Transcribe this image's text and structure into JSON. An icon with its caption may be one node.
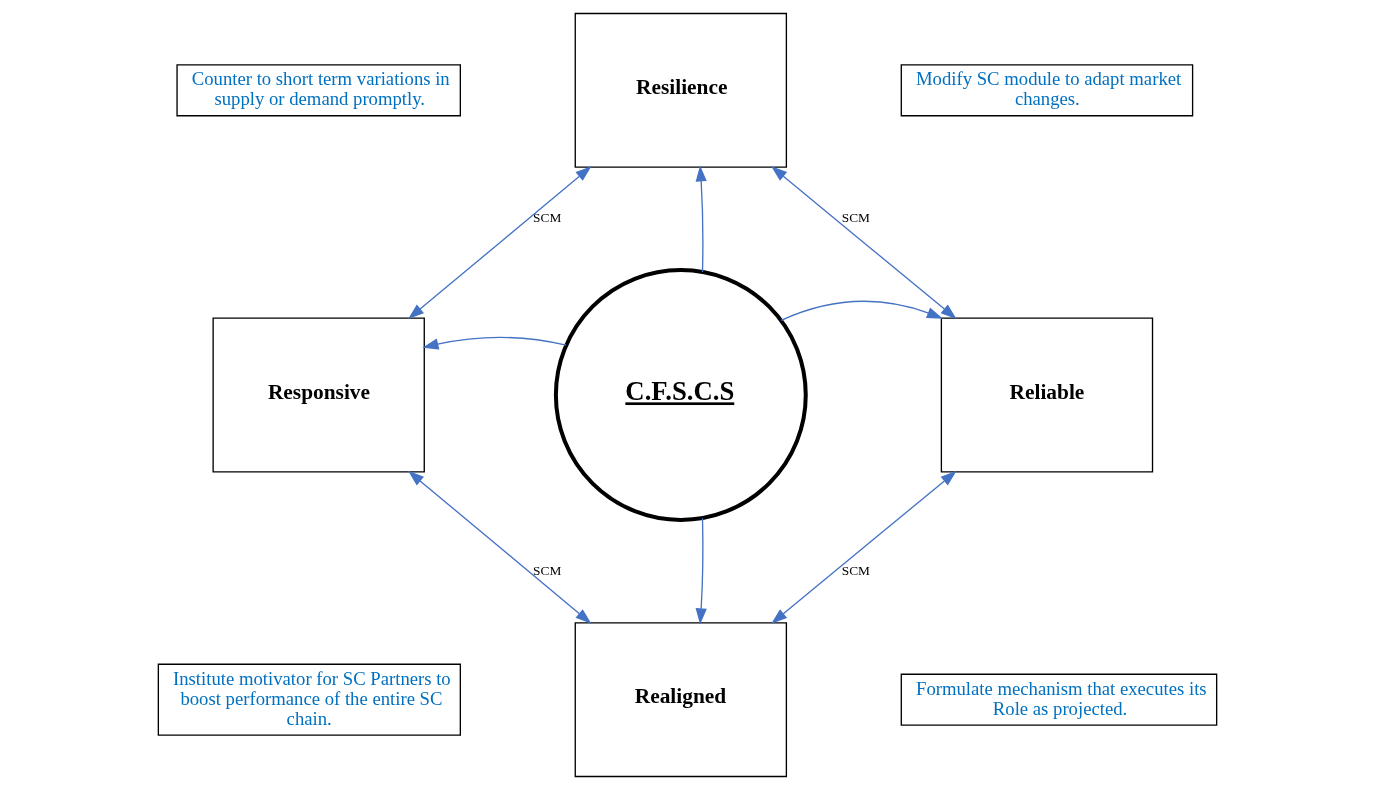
{
  "diagram": {
    "nodes": [
      {
        "text": [
          "Counter to short term variations in supply or demand promptly."
        ]
      },
      {
        "text": [
          "Resilience"
        ]
      },
      {
        "text": [
          "Modify SC module to adapt market changes."
        ]
      },
      {
        "text": [
          "Responsive"
        ]
      },
      {
        "text": [
          "C.F.S.C.S"
        ]
      },
      {
        "text": [
          "Reliable"
        ]
      },
      {
        "text": [
          "Realigned"
        ]
      },
      {
        "text": [
          "Institute motivator for SC Partners to boost performance of the entire SC chain."
        ]
      },
      {
        "text": [
          "Formulate mechanism that executes its Role as projected."
        ]
      }
    ],
    "edges": [
      {
        "from": 1,
        "to": 3,
        "arrow": "both",
        "label": "SCM"
      },
      {
        "from": 1,
        "to": 5,
        "arrow": "both",
        "label": "SCM"
      },
      {
        "from": 4,
        "to": 1,
        "arrow": "to"
      },
      {
        "from": 4,
        "to": 3,
        "arrow": "to"
      },
      {
        "from": 4,
        "to": 5,
        "arrow": "to"
      },
      {
        "from": 4,
        "to": 6,
        "arrow": "to"
      },
      {
        "from": 3,
        "to": 6,
        "arrow": "both",
        "label": "SCM"
      },
      {
        "from": 5,
        "to": 6,
        "arrow": "both",
        "label": "SCM"
      }
    ]
  }
}
